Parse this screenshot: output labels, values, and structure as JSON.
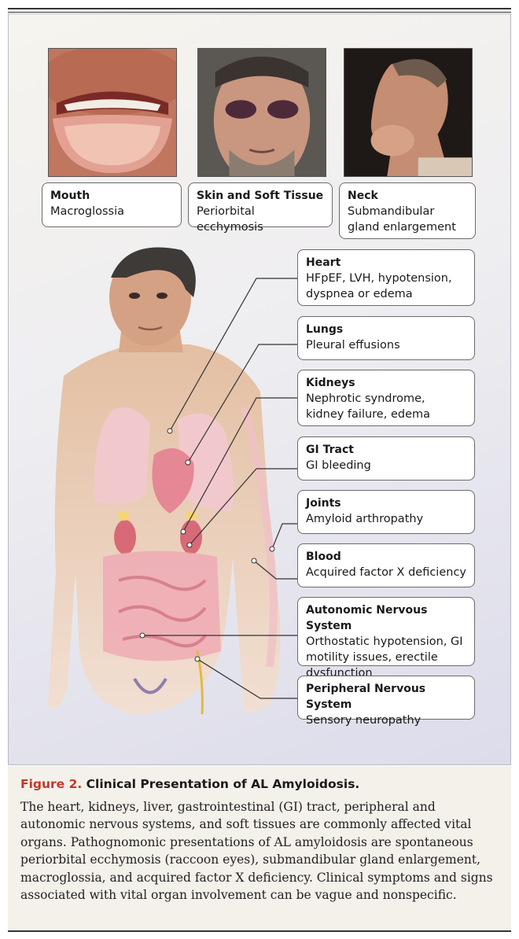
{
  "top_panels": [
    {
      "title": "Mouth",
      "desc": "Macroglossia"
    },
    {
      "title": "Skin and Soft Tissue",
      "desc": "Periorbital ecchymosis"
    },
    {
      "title": "Neck",
      "desc": "Submandibular gland enlargement"
    }
  ],
  "organ_labels": [
    {
      "title": "Heart",
      "desc": "HFpEF, LVH, hypotension, dyspnea or edema"
    },
    {
      "title": "Lungs",
      "desc": "Pleural effusions"
    },
    {
      "title": "Kidneys",
      "desc": "Nephrotic syndrome, kidney failure, edema"
    },
    {
      "title": "GI Tract",
      "desc": "GI bleeding"
    },
    {
      "title": "Joints",
      "desc": "Amyloid arthropathy"
    },
    {
      "title": "Blood",
      "desc": "Acquired factor X deficiency"
    },
    {
      "title": "Autonomic Nervous System",
      "desc": "Orthostatic hypotension, GI motility issues, erectile dysfunction"
    },
    {
      "title": "Peripheral Nervous System",
      "desc": "Sensory neuropathy"
    }
  ],
  "caption": {
    "figure_number": "Figure 2.",
    "title": "Clinical Presentation of AL Amyloidosis.",
    "body": "The heart, kidneys, liver, gastrointestinal (GI) tract, peripheral and autonomic nervous systems, and soft tissues are commonly affected vital organs. Pathognomonic presentations of AL amyloidosis are spontaneous periorbital ecchymosis (raccoon eyes), submandibular gland enlargement, macroglossia, and acquired factor X deficiency. Clinical symptoms and signs associated with vital organ involvement can be vague and nonspecific."
  },
  "colors": {
    "caption_accent": "#c0392b",
    "caption_background": "#f4f0ea",
    "skin": "#e8c3a4",
    "organ_pink": "#eeaab4"
  }
}
